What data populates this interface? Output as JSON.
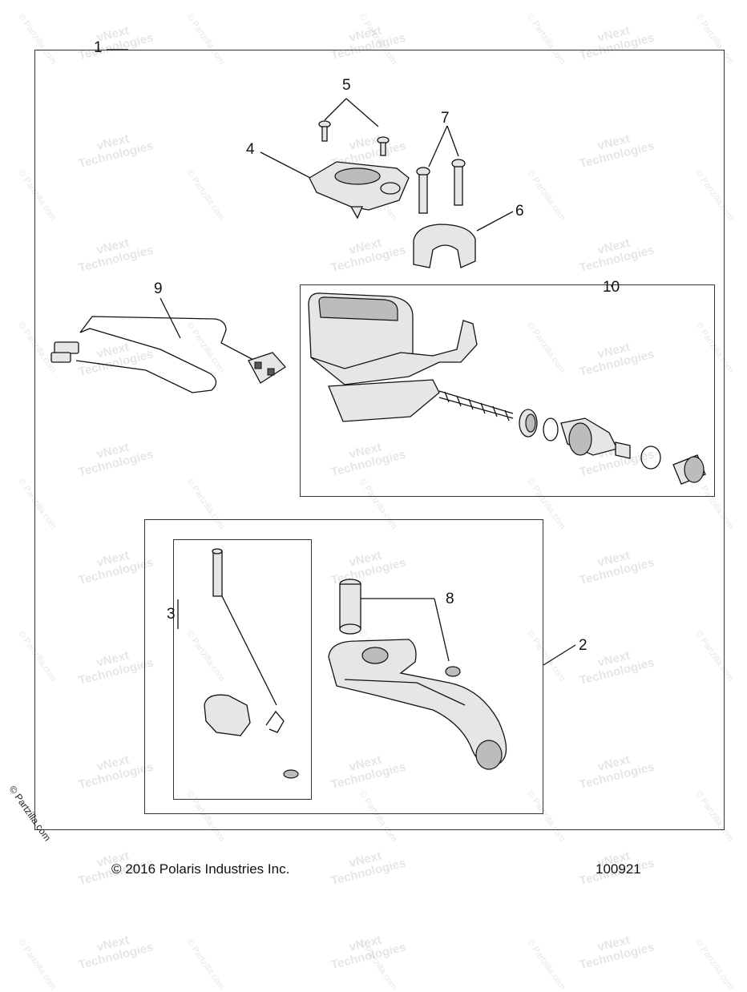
{
  "callouts": {
    "c1": "1",
    "c2": "2",
    "c3": "3",
    "c4": "4",
    "c5": "5",
    "c6": "6",
    "c7": "7",
    "c8": "8",
    "c9": "9",
    "c10": "10"
  },
  "footer": {
    "copyright": "© 2016 Polaris Industries Inc.",
    "diagram_number": "100921"
  },
  "watermark": {
    "line1": "vNext",
    "line2": "Technologies",
    "partzilla": "© Partzilla.com"
  },
  "parts": {
    "reservoir_cover": "reservoir-cover",
    "cover_screws": "cover-screws",
    "clamp": "handlebar-clamp",
    "clamp_bolts": "clamp-bolts",
    "switch_harness": "brake-switch-harness",
    "master_cylinder": "master-cylinder-assembly",
    "piston_kit": "piston-kit",
    "lever": "brake-lever",
    "pivot_pin": "lever-pivot-pin",
    "spring_kit": "spring-and-pin-kit"
  }
}
